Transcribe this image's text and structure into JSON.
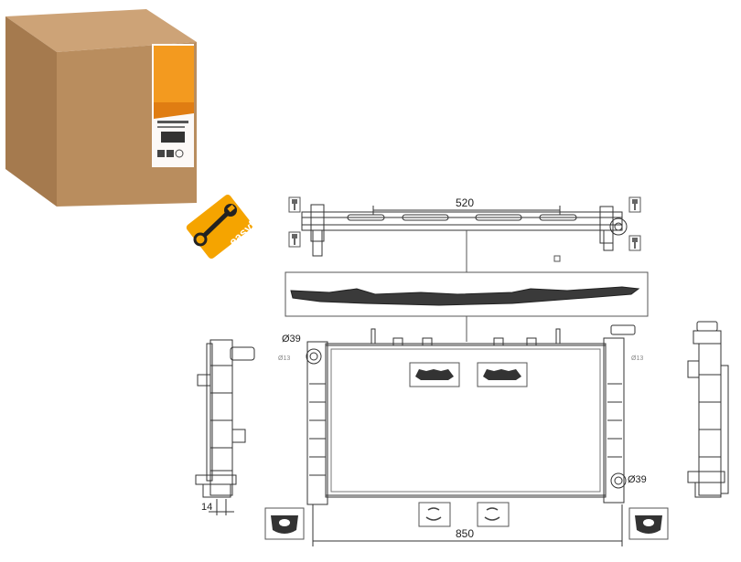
{
  "dimensions": {
    "top_bar_length": "520",
    "radiator_width": "850",
    "inlet_diameter": "Ø39",
    "outlet_diameter": "Ø39",
    "side_offset": "14",
    "small_left_label": "Ø13",
    "small_right_label": "Ø13"
  },
  "badges": {
    "easyfit": "easyfit"
  },
  "colors": {
    "box_face": "#b98d5e",
    "box_side": "#a57a4e",
    "box_top": "#cda377",
    "accent_orange": "#f39a1f",
    "badge_yellow": "#f5a400",
    "line": "#333333"
  },
  "icons": [
    "cardboard-box-icon",
    "wrench-icon",
    "screw-icon",
    "rubber-mount-icon",
    "clip-icon"
  ]
}
